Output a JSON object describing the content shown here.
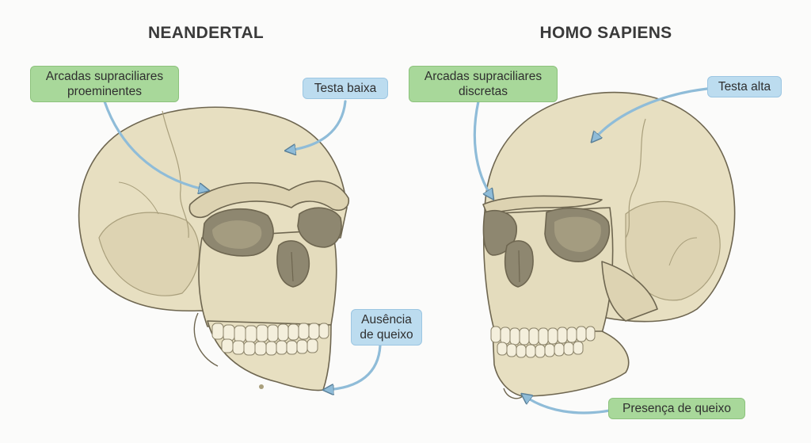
{
  "titles": {
    "left": "NEANDERTAL",
    "right": "HOMO SAPIENS"
  },
  "labels": {
    "neanderthal_brow": [
      "Arcadas supraciliares",
      "proeminentes"
    ],
    "neanderthal_forehead": "Testa baixa",
    "neanderthal_chin": [
      "Ausência",
      "de queixo"
    ],
    "sapiens_brow": [
      "Arcadas supraciliares",
      "discretas"
    ],
    "sapiens_forehead": "Testa alta",
    "sapiens_chin": "Presença de queixo"
  },
  "colors": {
    "bone": "#e7dfc1",
    "bone_shade": "#cfc4a0",
    "bone_dark": "#a99f7c",
    "outline": "#6e6650",
    "socket": "#8e8770",
    "label_green": "#a8d89a",
    "label_blue": "#bcdcef",
    "arrow": "#8fbcd8",
    "arrow_outline": "#5a7f97"
  }
}
